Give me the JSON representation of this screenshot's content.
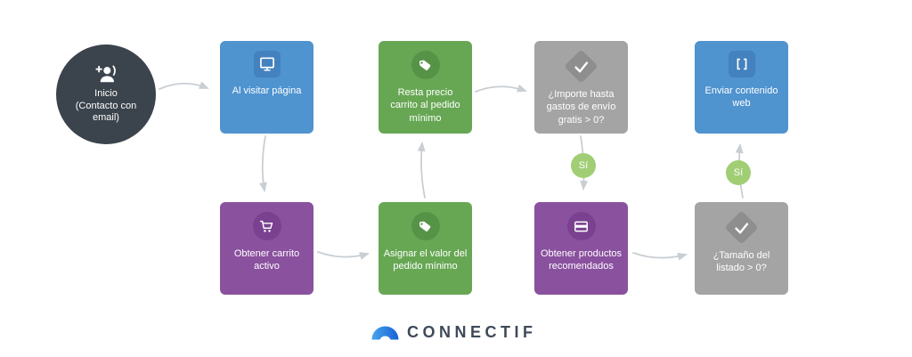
{
  "colors": {
    "background": "#ffffff",
    "start_node": "#3b434c",
    "trigger_blue": "#4f93cf",
    "trigger_blue_badge": "#4382be",
    "action_purple": "#8a519e",
    "action_purple_badge": "#7a4190",
    "action_green": "#67a754",
    "action_green_badge": "#579347",
    "condition_gray": "#a4a4a4",
    "condition_gray_badge": "#8e8e8e",
    "yes_badge_green": "#a1ce74",
    "arrow_gray": "#c9ced3",
    "node_text": "#ffffff",
    "logo_text": "#3e4a59",
    "logo_arc_from": "#47a5ec",
    "logo_arc_to": "#1861d8"
  },
  "start": {
    "id": "inicio",
    "label_line1": "Inicio",
    "label_line2": "(Contacto con email)",
    "icon": "add-contact-icon"
  },
  "nodes": [
    {
      "id": "al-visitar-pagina",
      "label": "Al visitar página",
      "icon": "monitor-icon",
      "kind": "trigger-blue",
      "row": 1,
      "col": 1
    },
    {
      "id": "resta-precio",
      "label": "Resta precio carrito al pedido mínimo",
      "icon": "tag-icon",
      "kind": "action-green",
      "row": 1,
      "col": 2
    },
    {
      "id": "importe-hasta",
      "label": "¿Importe hasta gastos de envío gratis > 0?",
      "icon": "check-diamond-icon",
      "kind": "condition-gray",
      "row": 1,
      "col": 3
    },
    {
      "id": "enviar-contenido-web",
      "label": "Enviar contenido web",
      "icon": "brackets-icon",
      "kind": "action-blue",
      "row": 1,
      "col": 4
    },
    {
      "id": "obtener-carrito",
      "label": "Obtener carrito activo",
      "icon": "cart-icon",
      "kind": "action-purple",
      "row": 2,
      "col": 1
    },
    {
      "id": "asignar-valor",
      "label": "Asignar el valor del pedido mínimo",
      "icon": "tag-icon",
      "kind": "action-green",
      "row": 2,
      "col": 2
    },
    {
      "id": "obtener-productos",
      "label": "Obtener productos recomendados",
      "icon": "card-icon",
      "kind": "action-purple",
      "row": 2,
      "col": 3
    },
    {
      "id": "tamano-listado",
      "label": "¿Tamaño del listado > 0?",
      "icon": "check-diamond-icon",
      "kind": "condition-gray",
      "row": 2,
      "col": 4
    }
  ],
  "connections": [
    {
      "from": "inicio",
      "to": "al-visitar-pagina",
      "label": ""
    },
    {
      "from": "al-visitar-pagina",
      "to": "obtener-carrito",
      "label": ""
    },
    {
      "from": "obtener-carrito",
      "to": "asignar-valor",
      "label": ""
    },
    {
      "from": "asignar-valor",
      "to": "resta-precio",
      "label": ""
    },
    {
      "from": "resta-precio",
      "to": "importe-hasta",
      "label": ""
    },
    {
      "from": "importe-hasta",
      "to": "obtener-productos",
      "label": "Sí"
    },
    {
      "from": "obtener-productos",
      "to": "tamano-listado",
      "label": ""
    },
    {
      "from": "tamano-listado",
      "to": "enviar-contenido-web",
      "label": "Sí"
    }
  ],
  "badges": {
    "yes_label": "Sí"
  },
  "logo": {
    "brand": "CONNECTIF"
  }
}
